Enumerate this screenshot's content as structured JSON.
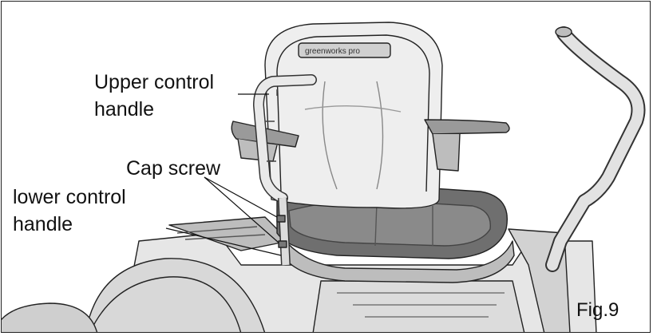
{
  "labels": {
    "upper_line1": "Upper control",
    "upper_line2": "handle",
    "cap_screw": "Cap screw",
    "lower_line1": "lower control",
    "lower_line2": "handle",
    "seat_brand": "greenworks pro",
    "figure": "Fig.9"
  },
  "colors": {
    "line": "#222222",
    "shade_light": "#e6e6e6",
    "shade_mid": "#c9c9c9",
    "shade_dark": "#8c8c8c",
    "cushion": "#6f6f6f"
  }
}
